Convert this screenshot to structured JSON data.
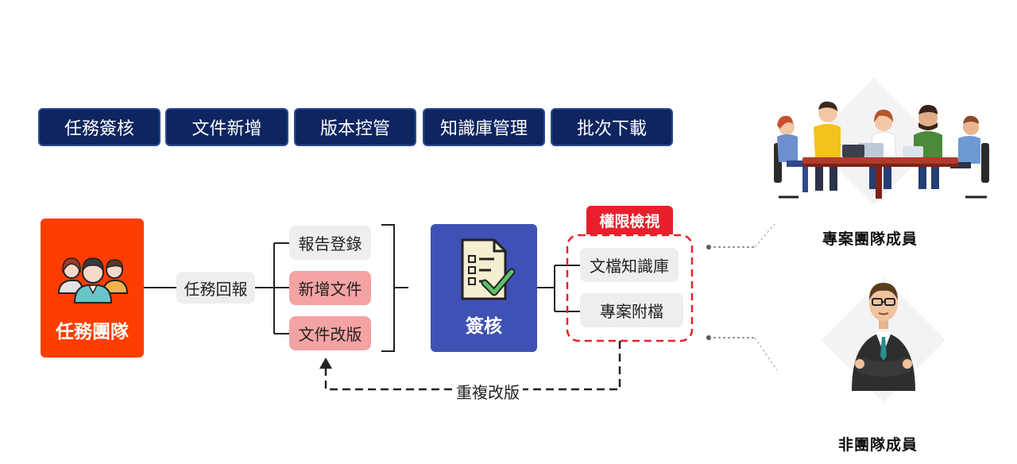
{
  "tabs": [
    "任務簽核",
    "文件新增",
    "版本控管",
    "知識庫管理",
    "批次下載"
  ],
  "team_box": {
    "label": "任務團隊",
    "color": "#ff3d00"
  },
  "task_report": "任務回報",
  "docs": {
    "report_login": "報告登錄",
    "add_file": "新增文件",
    "file_revision": "文件改版"
  },
  "approval": {
    "label": "簽核",
    "color": "#3f51b5"
  },
  "permission": {
    "title": "權限檢視",
    "kb": "文檔知識庫",
    "attachment": "專案附檔"
  },
  "repeat_revision": "重複改版",
  "members": {
    "project_team": "專案團隊成員",
    "non_team": "非團隊成員"
  },
  "colors": {
    "tab_bg": "#0f2560",
    "pink": "#f4a3a3",
    "red_dash": "#e8202b"
  },
  "icons": [
    "people-group-icon",
    "checklist-icon",
    "meeting-illustration",
    "businessman-illustration"
  ]
}
